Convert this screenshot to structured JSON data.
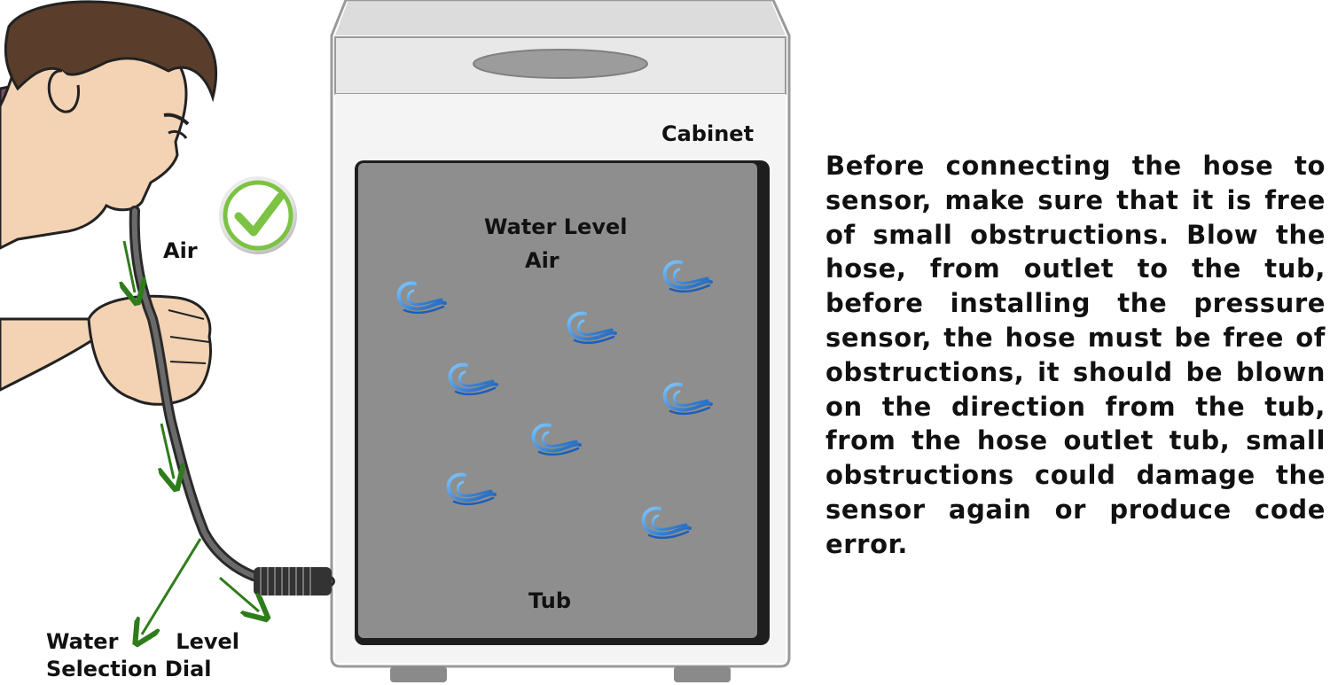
{
  "labels": {
    "cabinet": "Cabinet",
    "water_level": "Water Level",
    "air_inside": "Air",
    "tub": "Tub",
    "air_hose": "Air",
    "dial_word1": "Water",
    "dial_word2": "Level",
    "dial_line2": "Selection Dial"
  },
  "description": "Before connecting the hose to sensor, make sure that it is free of small obstructions. Blow the hose, from outlet to the tub, before installing the pressure sensor, the hose must be free of obstructions, it should be blown on the direction from the tub, from the hose outlet tub, small obstructions could damage the sensor again or produce code error.",
  "icons": [
    "checkmark-icon",
    "water-wave-icon"
  ],
  "colors": {
    "check_green": "#7cc243",
    "arrow_green": "#2e7d1a",
    "tub_gray": "#8e8e8e",
    "cabinet_gray": "#d8d8d8",
    "wave_blue": "#2a7fd6"
  }
}
